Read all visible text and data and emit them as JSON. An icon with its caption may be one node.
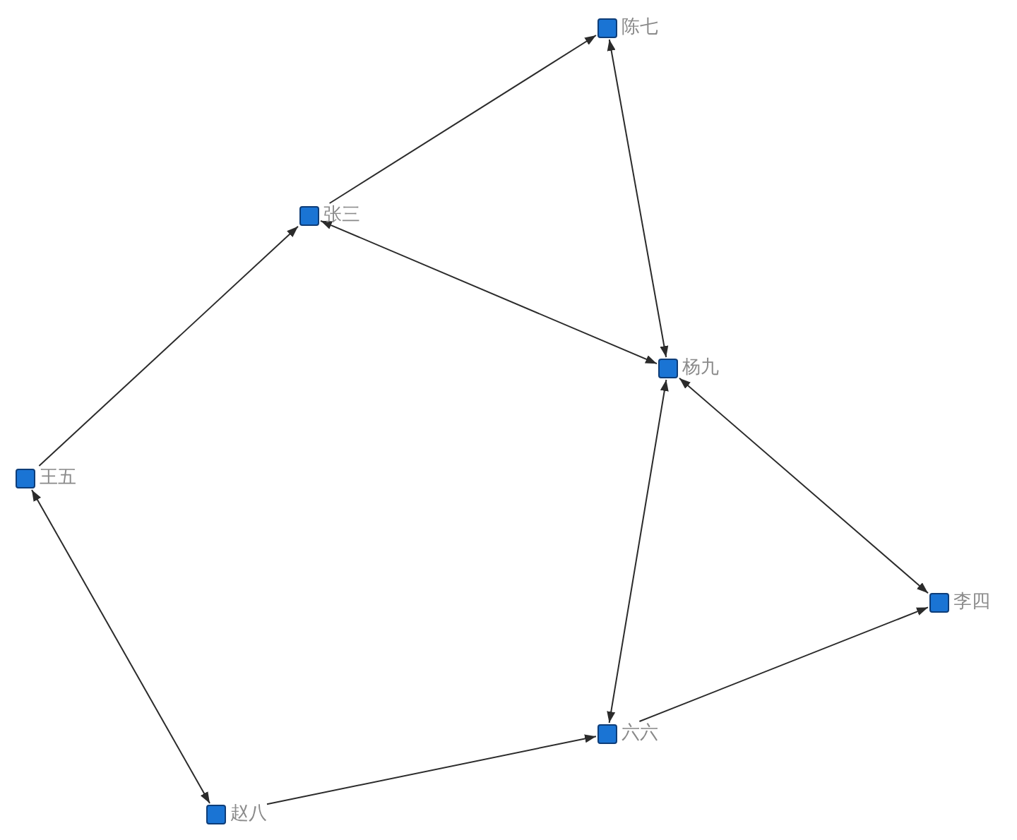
{
  "diagram": {
    "nodes": [
      {
        "text": [
          "陈七"
        ]
      },
      {
        "text": [
          "张三"
        ]
      },
      {
        "text": [
          "杨九"
        ]
      },
      {
        "text": [
          "王五"
        ]
      },
      {
        "text": [
          "李四"
        ]
      },
      {
        "text": [
          "六六"
        ]
      },
      {
        "text": [
          "赵八"
        ]
      }
    ],
    "edges": [
      {
        "from": 1,
        "to": 0,
        "arrow": "to"
      },
      {
        "from": 0,
        "to": 2,
        "arrow": "both"
      },
      {
        "from": 1,
        "to": 2,
        "arrow": "both"
      },
      {
        "from": 3,
        "to": 1,
        "arrow": "to"
      },
      {
        "from": 3,
        "to": 6,
        "arrow": "both"
      },
      {
        "from": 6,
        "to": 5,
        "arrow": "to"
      },
      {
        "from": 2,
        "to": 5,
        "arrow": "both"
      },
      {
        "from": 2,
        "to": 4,
        "arrow": "both"
      },
      {
        "from": 5,
        "to": 4,
        "arrow": "to"
      }
    ]
  }
}
